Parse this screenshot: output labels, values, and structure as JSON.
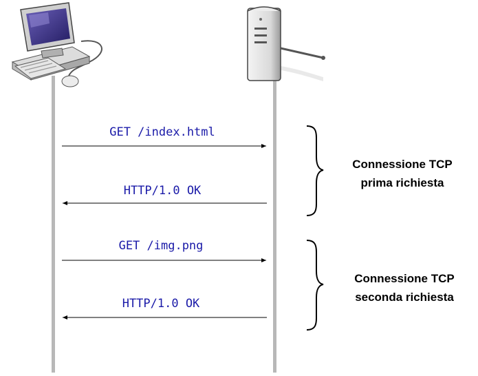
{
  "diagram": {
    "messages": [
      {
        "label": "GET /index.html",
        "direction": "client-to-server"
      },
      {
        "label": "HTTP/1.0 OK",
        "direction": "server-to-client"
      },
      {
        "label": "GET /img.png",
        "direction": "client-to-server"
      },
      {
        "label": "HTTP/1.0 OK",
        "direction": "server-to-client"
      }
    ],
    "groups": [
      {
        "line1": "Connessione TCP",
        "line2": "prima richiesta"
      },
      {
        "line1": "Connessione TCP",
        "line2": "seconda richiesta"
      }
    ],
    "icons": {
      "client": "computer-icon",
      "server": "server-icon"
    },
    "colors": {
      "message_text": "#1a1aa8",
      "lifeline": "#b8b8b8",
      "arrow": "#000000"
    }
  }
}
